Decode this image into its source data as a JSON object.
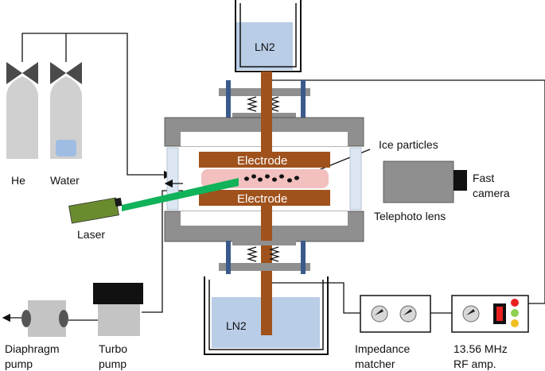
{
  "labels": {
    "ln2_top": "LN2",
    "ln2_bottom": "LN2",
    "electrode_top": "Electrode",
    "electrode_bottom": "Electrode",
    "ice_particles": "Ice particles",
    "he": "He",
    "water": "Water",
    "laser": "Laser",
    "fast": "Fast",
    "camera": "camera",
    "telephoto_lens": "Telephoto lens",
    "diaphragm": "Diaphragm",
    "diaphragm_pump": "pump",
    "turbo": "Turbo",
    "turbo_pump": "pump",
    "impedance": "Impedance",
    "matcher": "matcher",
    "rf_freq": "13.56 MHz",
    "rf_amp": "RF amp."
  },
  "colors": {
    "chamber": "#8f8f8f",
    "electrode": "#a0521c",
    "plasma": "#f2c0bf",
    "ln2": "#b9cde6",
    "laser_beam": "#10b25a",
    "laser_body": "#6b8c2e",
    "post": "#3a5a8c",
    "window": "#dde7f3",
    "lamp_red": "#e82020",
    "lamp_green": "#8fd050",
    "lamp_yellow": "#f0c020"
  },
  "icons": [
    "gas-cylinder-icon",
    "valve-icon",
    "knob-icon",
    "spring-icon",
    "arrow-icon"
  ]
}
